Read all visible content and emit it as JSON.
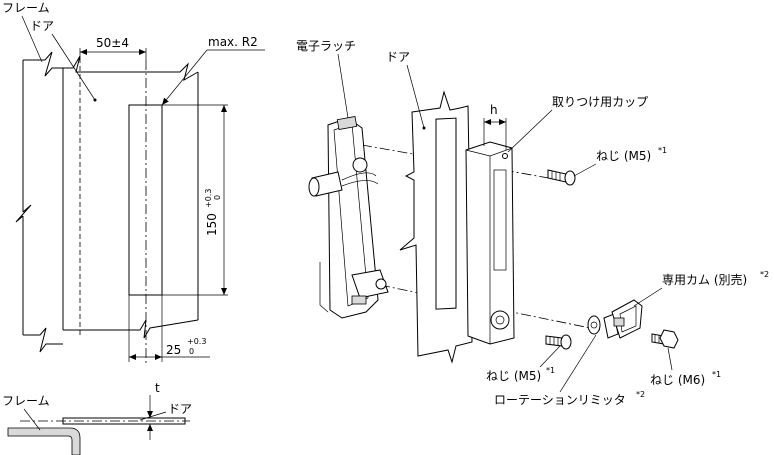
{
  "front_view": {
    "frame": "フレーム",
    "door": "ドア",
    "dim_50": "50±4",
    "max_r2": "max. R2",
    "dim_150": "150",
    "dim_150_tol_upper": "+0.3",
    "dim_150_tol_lower": "0",
    "dim_25": "25",
    "dim_25_tol_upper": "+0.3",
    "dim_25_tol_lower": "0"
  },
  "section_view": {
    "frame": "フレーム",
    "door": "ドア",
    "t": "t"
  },
  "exploded_view": {
    "latch": "電子ラッチ",
    "door": "ドア",
    "h": "h",
    "cup": "取りつけ用カップ",
    "screw_top": "ねじ (M5)",
    "screw_top_mark": "*1",
    "cam": "専用カム (別売)",
    "cam_mark": "*2",
    "screw_bottom": "ねじ (M5)",
    "screw_bottom_mark": "*1",
    "screw_m6": "ねじ (M6)",
    "screw_m6_mark": "*1",
    "limiter": "ローテーションリミッタ",
    "limiter_mark": "*2"
  }
}
